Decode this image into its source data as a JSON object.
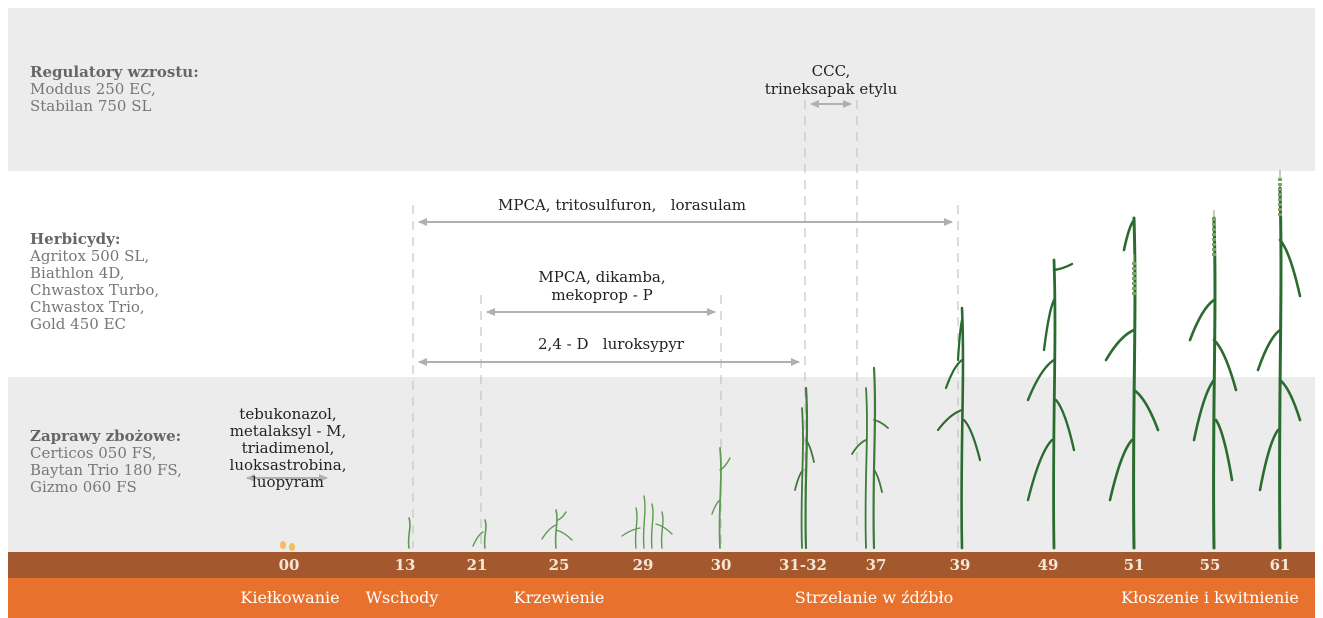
{
  "groups": [
    {
      "title": "Regulatory wzrostu:",
      "items": [
        "Moddus 250 EC,",
        "Stabilan 750 SL"
      ]
    },
    {
      "title": "Herbicydy:",
      "items": [
        "Agritox 500 SL,",
        "Biathlon 4D,",
        "Chwastox Turbo,",
        "Chwastox Trio,",
        "Gold 450 EC"
      ]
    },
    {
      "title": "Zaprawy zbożowe:",
      "items": [
        "Certicos 050 FS,",
        "Baytan Trio 180 FS,",
        "Gizmo 060 FS"
      ]
    }
  ],
  "applications": [
    {
      "label_lines": [
        "CCC,",
        "trineksapak etylu"
      ],
      "from_stage": "31-32",
      "to_stage": "37"
    },
    {
      "label_lines": [
        "MPCA, tritosulfuron,   lorasulam"
      ],
      "from_stage": "13",
      "to_stage": "39"
    },
    {
      "label_lines": [
        "MPCA, dikamba,",
        "mekoprop - P"
      ],
      "from_stage": "21",
      "to_stage": "30"
    },
    {
      "label_lines": [
        "2,4 - D   luroksypyr"
      ],
      "from_stage": "13",
      "to_stage": "31-32"
    },
    {
      "label_lines": [
        "tebukonazol,",
        "metalaksyl - M,",
        "triadimenol,",
        "luoksastrobina,",
        "luopyram"
      ],
      "from_stage": "00",
      "to_stage": "00"
    }
  ],
  "stages": [
    "00",
    "13",
    "21",
    "25",
    "29",
    "30",
    "31-32",
    "37",
    "39",
    "49",
    "51",
    "55",
    "61"
  ],
  "phases": [
    "Kiełkowanie",
    "Wschody",
    "Krzewienie",
    "Strzelanie w źdźbło",
    "Kłoszenie i kwitnienie"
  ],
  "colors": {
    "band_gray": "#ececec",
    "scale_brown": "#a3592d",
    "phase_orange": "#e8722d",
    "arrow_gray": "#b0b0b0",
    "plant_green": "#3f7a3a",
    "plant_dark": "#2a6b2f",
    "seed": "#f0c060"
  }
}
